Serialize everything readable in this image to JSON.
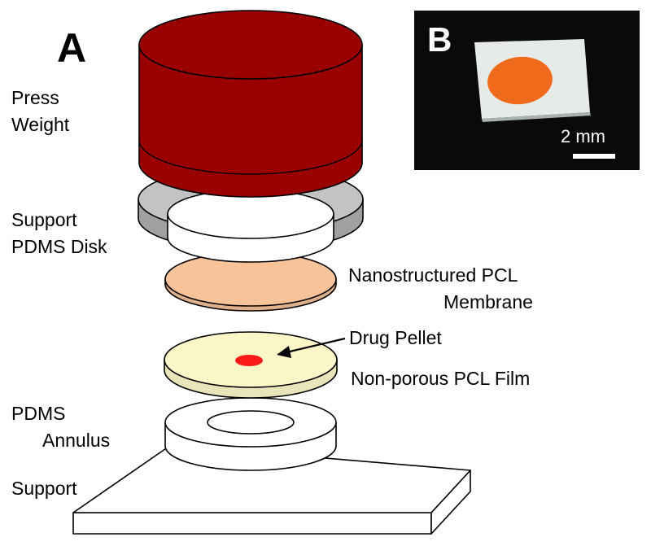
{
  "panels": {
    "a": "A",
    "b": "B"
  },
  "labels": {
    "press_weight": [
      "Press",
      "Weight"
    ],
    "support_pdms_disk": [
      "Support",
      "PDMS Disk"
    ],
    "membrane": [
      "Nanostructured PCL",
      "Membrane"
    ],
    "drug_pellet": "Drug Pellet",
    "film": "Non-porous PCL Film",
    "annulus": [
      "PDMS",
      "Annulus"
    ],
    "support": "Support"
  },
  "photo": {
    "scale_label": "2 mm"
  },
  "colors": {
    "press_weight": "#9b0000",
    "support_ring": "#c3c3c3",
    "membrane": "#f9c39a",
    "film": "#fbf6c8",
    "drug_pellet": "#ff1a1a",
    "photo_background": "#0a0a0a",
    "photo_pellet": "#f06a1c"
  }
}
